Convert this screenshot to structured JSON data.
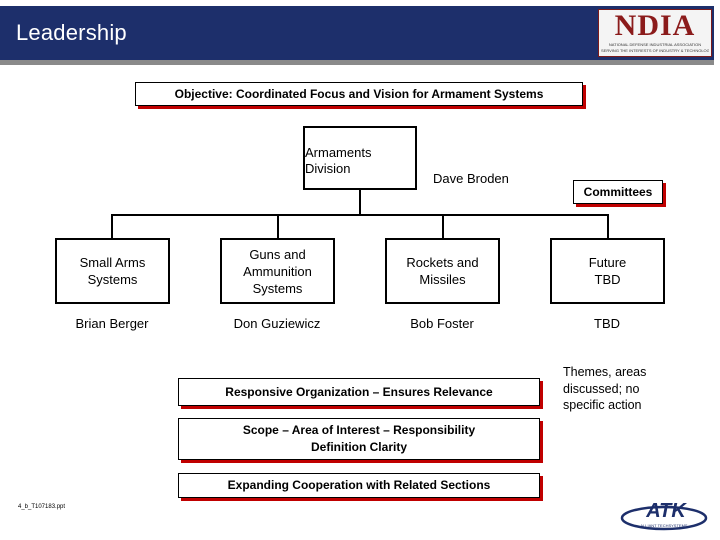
{
  "header": {
    "title": "Leadership",
    "logo": {
      "letters": "NDIA",
      "line1": "NATIONAL DEFENSE INDUSTRIAL ASSOCIATION",
      "line2": "SERVING THE INTERESTS OF INDUSTRY & TECHNOLOGY"
    },
    "colors": {
      "header_bg": "#1d2f6b",
      "accent_shadow": "#c00000",
      "rule": "#8a8a8a"
    }
  },
  "objective": "Objective:  Coordinated Focus and Vision for Armament Systems",
  "org": {
    "root": {
      "label_line1": "Armaments",
      "label_line2": "Division",
      "person": "Dave Broden"
    },
    "committees_label": "Committees",
    "children": [
      {
        "line1": "Small Arms",
        "line2": "Systems",
        "line3": "",
        "person": "Brian Berger"
      },
      {
        "line1": "Guns and",
        "line2": "Ammunition",
        "line3": "Systems",
        "person": "Don Guziewicz"
      },
      {
        "line1": "Rockets and",
        "line2": "Missiles",
        "line3": "",
        "person": "Bob Foster"
      },
      {
        "line1": "Future",
        "line2": "TBD",
        "line3": "",
        "person": "TBD"
      }
    ]
  },
  "note": "Themes, areas discussed; no specific action",
  "principles": [
    {
      "line1": "Responsive Organization – Ensures Relevance",
      "line2": ""
    },
    {
      "line1": "Scope – Area of Interest – Responsibility",
      "line2": "Definition Clarity"
    },
    {
      "line1": "Expanding Cooperation with Related Sections",
      "line2": ""
    }
  ],
  "footer": {
    "filename": "4_b_T107183.ppt",
    "atk_logo_text": "ATK",
    "atk_tagline": "ALLIANT TECHSYSTEMS"
  }
}
